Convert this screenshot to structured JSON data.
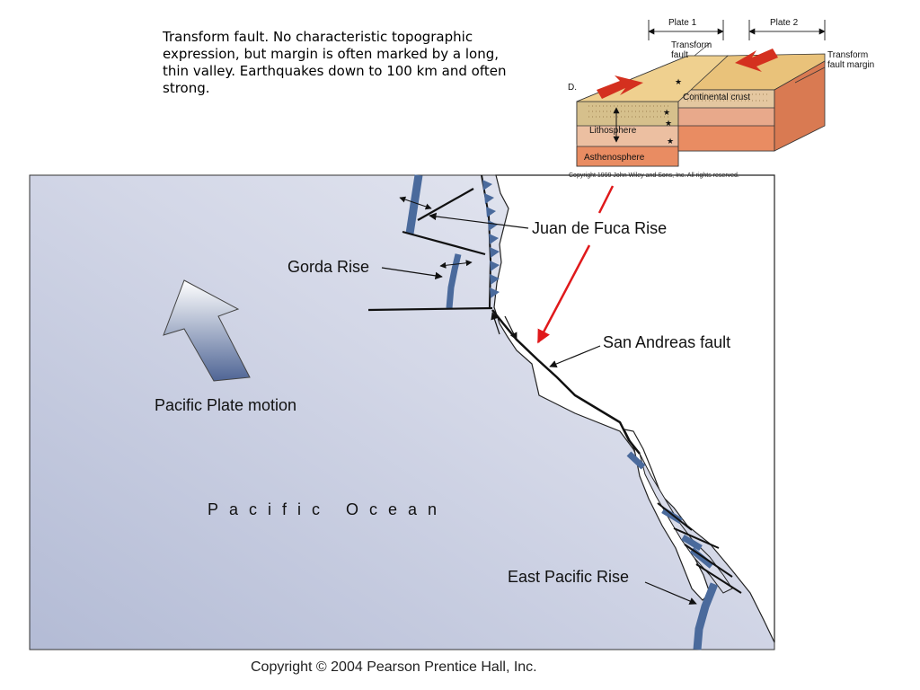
{
  "description": "Transform fault. No characteristic topographic expression, but margin is often marked by a long, thin valley. Earthquakes down to 100 km and often strong.",
  "map": {
    "labels": {
      "juan_de_fuca": "Juan de Fuca Rise",
      "gorda": "Gorda Rise",
      "san_andreas": "San Andreas fault",
      "pacific_motion": "Pacific Plate motion",
      "pacific_ocean": "Pacific Ocean",
      "east_pacific": "East Pacific Rise"
    },
    "copyright": "Copyright © 2004 Pearson Prentice Hall, Inc."
  },
  "block": {
    "plate1": "Plate 1",
    "plate2": "Plate 2",
    "transform_fault": "Transform fault",
    "transform_fault_margin": "Transform fault margin",
    "panel_letter": "D.",
    "continental_crust": "Continental crust",
    "lithosphere": "Lithosphere",
    "asthenosphere": "Asthenosphere",
    "copyright": "Copyright 1999 John Wiley and Sons, Inc. All rights reserved."
  },
  "colors": {
    "ocean_light": "#e6e8f2",
    "ocean_dark": "#b6bdd6",
    "ridge": "#4a6a9c",
    "pointer": "#e0191b",
    "sand": "#e9c27a",
    "lithosphere": "#e9b39a",
    "asthenosphere": "#e98c62"
  }
}
